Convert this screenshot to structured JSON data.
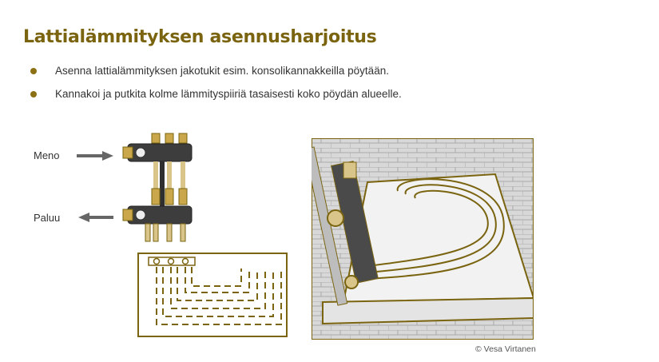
{
  "slide": {
    "title": "Lattialämmityksen asennusharjoitus",
    "bullets": [
      "Asenna lattialämmityksen jakotukit esim. konsolikannakkeilla pöytään.",
      "Kannakoi ja putkita kolme lämmityspiiriä tasaisesti koko pöydän alueelle."
    ],
    "labels": {
      "supply": "Meno",
      "return": "Paluu"
    },
    "credit": "© Vesa Virtanen",
    "colors": {
      "accent": "#7a6410",
      "bullet": "#8b7014",
      "line_art": "#7a6410",
      "text": "#333333",
      "arrow": "#666666"
    }
  }
}
